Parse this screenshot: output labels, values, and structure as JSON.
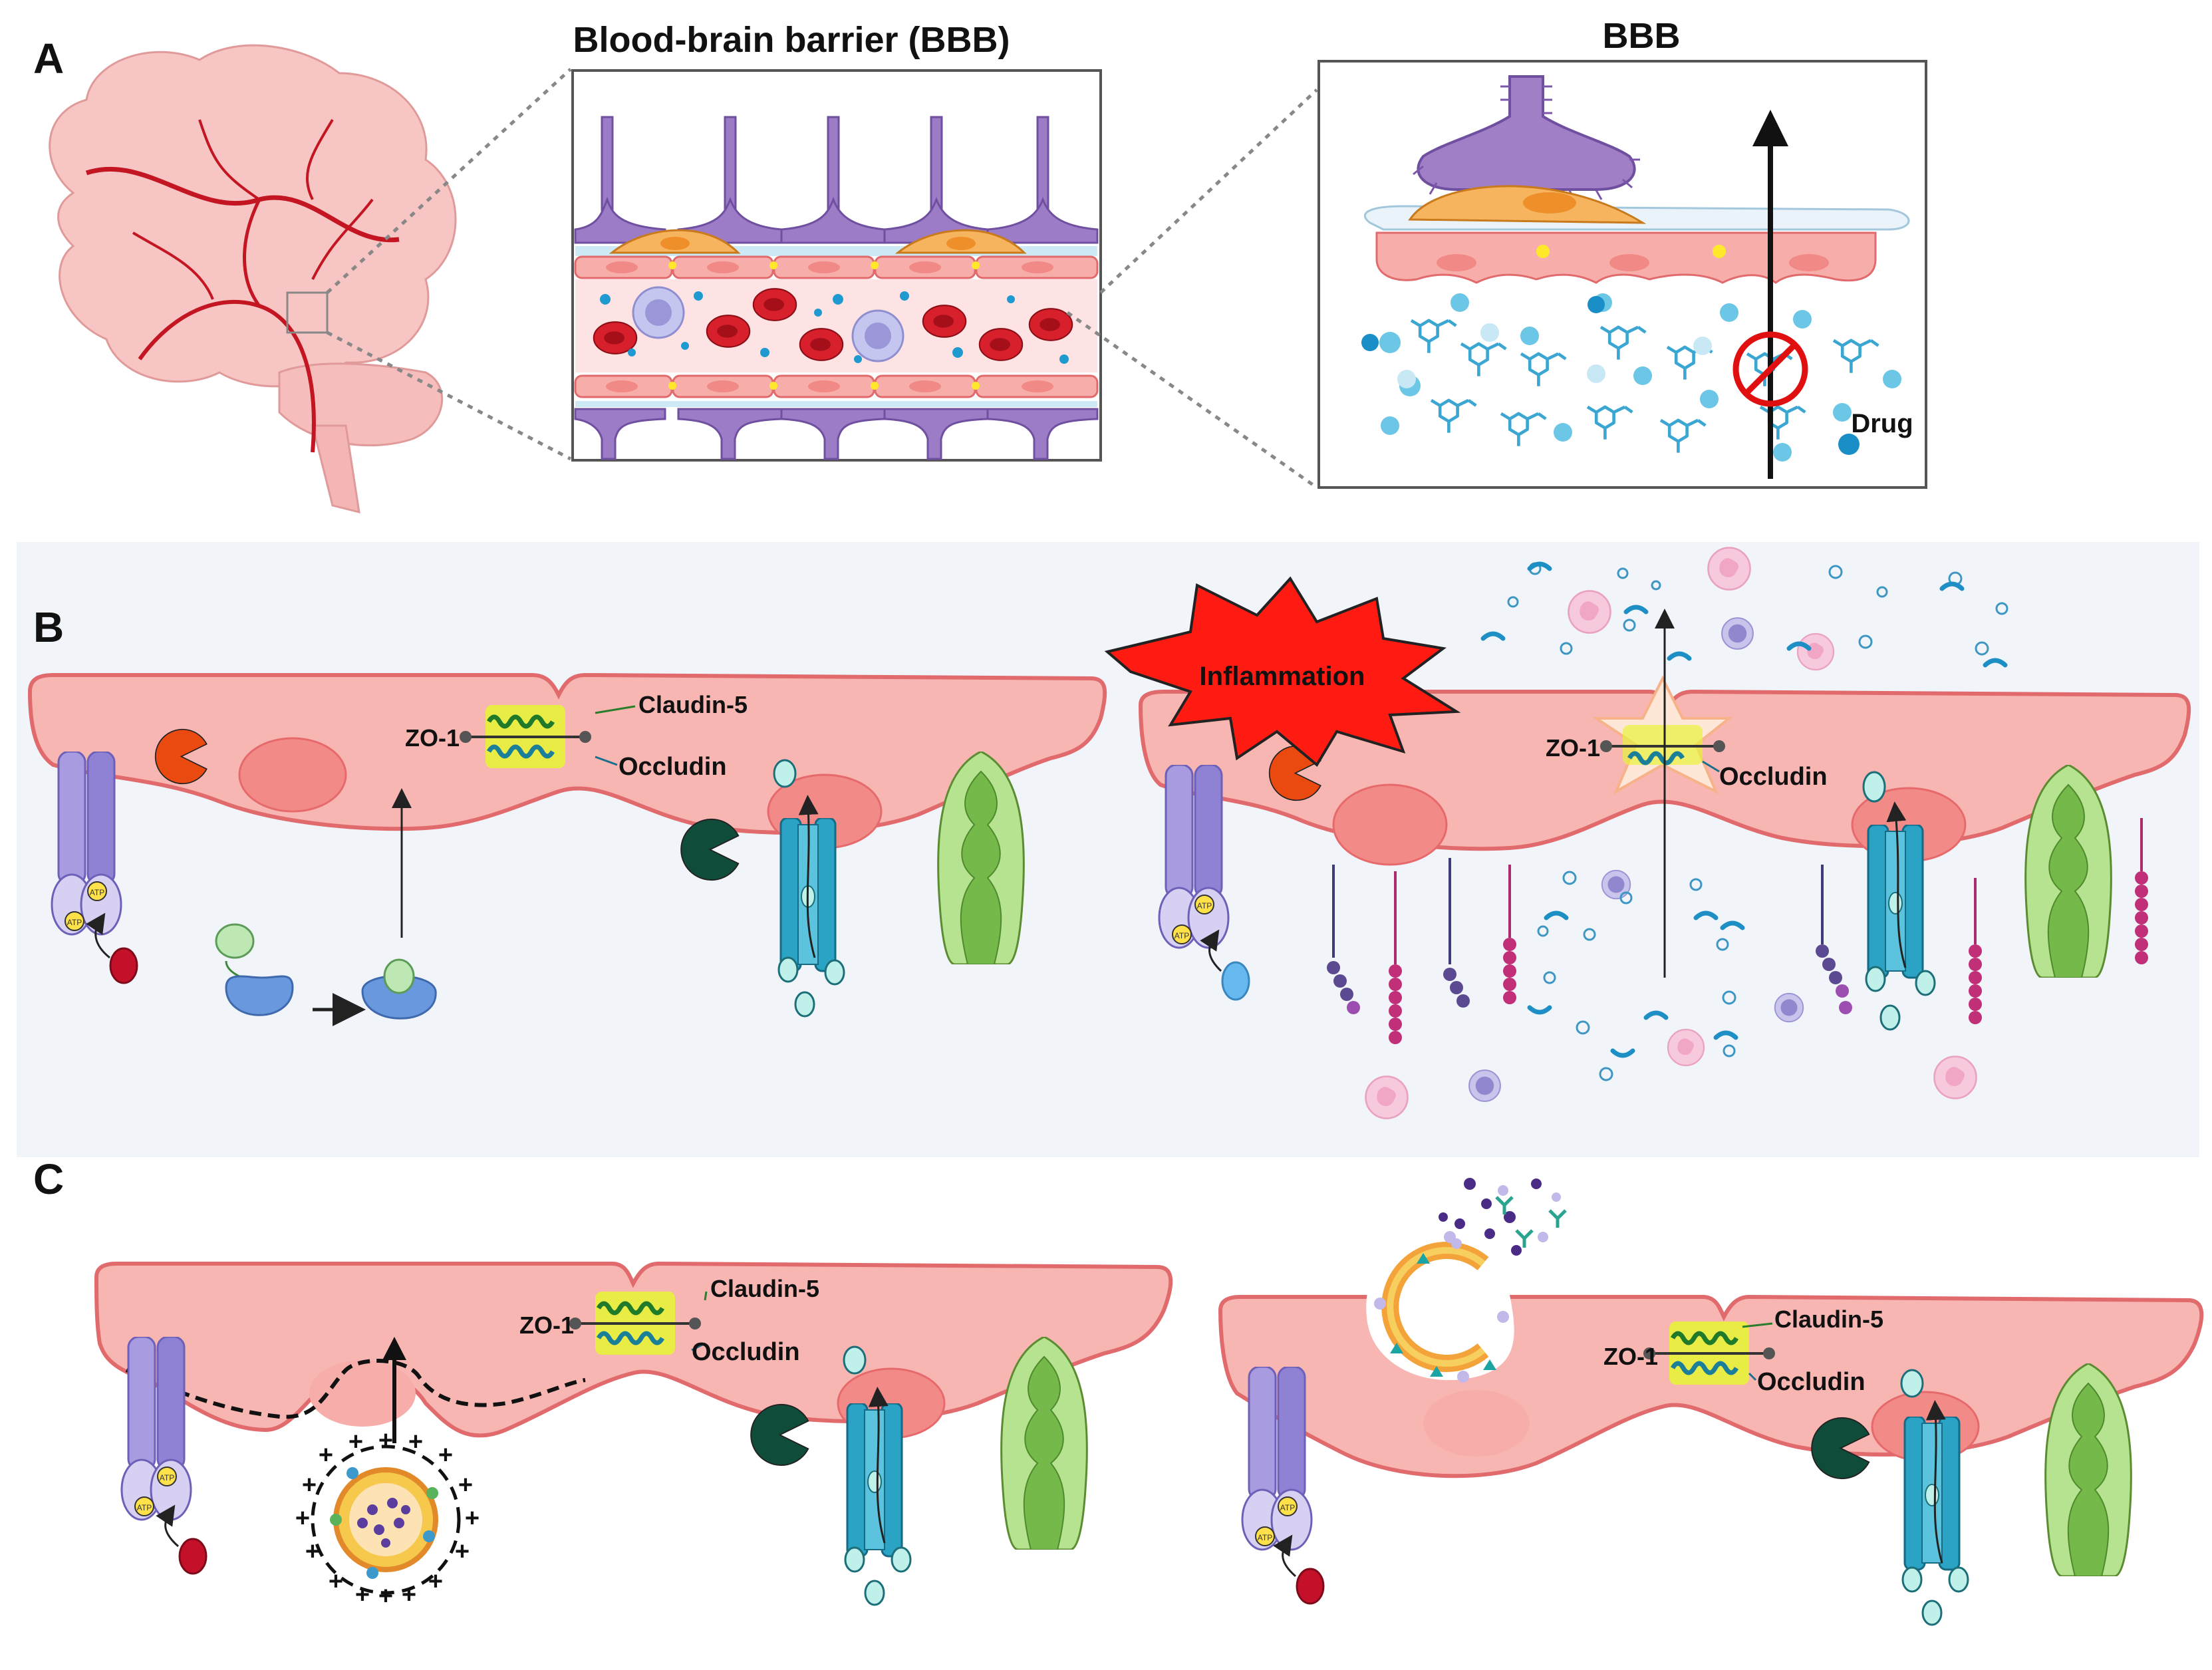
{
  "panel_a": {
    "letter": "A",
    "middle_title": "Blood-brain barrier (BBB)",
    "right_title": "BBB",
    "drug_label": "Drug"
  },
  "panel_b": {
    "letter": "B",
    "left": {
      "zo1": "ZO-1",
      "claudin": "Claudin-5",
      "occludin": "Occludin",
      "atp1": "ATP",
      "atp2": "ATP"
    },
    "right": {
      "inflammation": "Inflammation",
      "zo1": "ZO-1",
      "occludin": "Occludin",
      "atp1": "ATP",
      "atp2": "ATP"
    }
  },
  "panel_c": {
    "letter": "C",
    "left": {
      "zo1": "ZO-1",
      "claudin": "Claudin-5",
      "occludin": "Occludin",
      "atp1": "ATP",
      "atp2": "ATP"
    },
    "right": {
      "zo1": "ZO-1",
      "claudin": "Claudin-5",
      "occludin": "Occludin",
      "atp1": "ATP",
      "atp2": "ATP"
    }
  },
  "colors": {
    "cell_fill": "#f8b6b3",
    "cell_stroke": "#e06a6c",
    "nucleus": "#f28a88",
    "panel_b_bg": "#f1f4f9",
    "transporter_purple": "#9b8fd6",
    "channel_teal": "#2aa3c4",
    "leaf_green": "#8cc864",
    "enzyme_orange": "#ea4a10",
    "enzyme_dark": "#0f4d3a",
    "inflammation_red": "#ff1a12"
  }
}
